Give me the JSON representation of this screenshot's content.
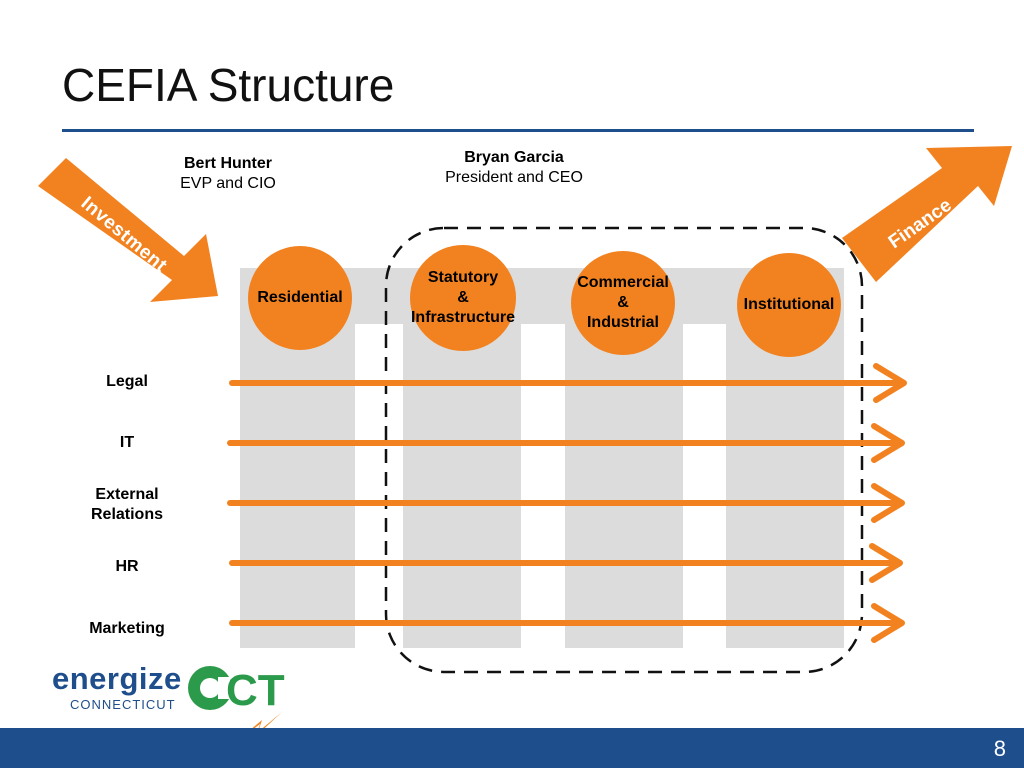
{
  "slide": {
    "title": "CEFIA Structure",
    "page_number": "8"
  },
  "leaders": {
    "left": {
      "name": "Bert Hunter",
      "role": "EVP and CIO"
    },
    "center": {
      "name": "Bryan Garcia",
      "role": "President and CEO"
    }
  },
  "arrows": {
    "investment": "Investment",
    "finance": "Finance"
  },
  "sectors": [
    {
      "label": "Residential"
    },
    {
      "label": "Statutory\n&\nInfrastructure"
    },
    {
      "label": "Commercial\n&\nIndustrial"
    },
    {
      "label": "Institutional"
    }
  ],
  "functions": [
    {
      "label": "Legal"
    },
    {
      "label": "IT"
    },
    {
      "label": "External\nRelations"
    },
    {
      "label": "HR"
    },
    {
      "label": "Marketing"
    }
  ],
  "logo": {
    "word": "energize",
    "mark": "CT",
    "sub": "CONNECTICUT"
  },
  "colors": {
    "accent": "#f28220",
    "brand_blue": "#1f4e8c",
    "column_gray": "#dcdcdc"
  }
}
